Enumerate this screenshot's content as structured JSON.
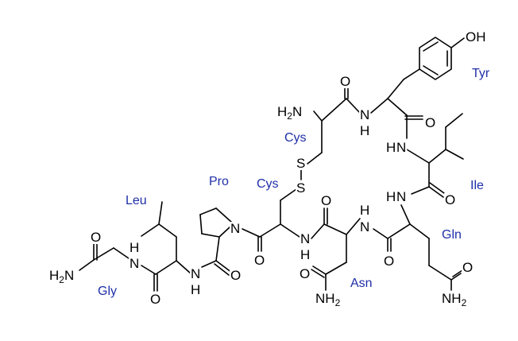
{
  "colors": {
    "bond": "#000000",
    "atom_label": "#000000",
    "residue_label": "#1f2fa8",
    "background": "#ffffff"
  },
  "atoms": {
    "oh": "OH",
    "h2n": "H2N",
    "o": "O",
    "n": "N",
    "h": "H",
    "s": "S",
    "nh2": "NH2"
  },
  "residues": {
    "tyr": "Tyr",
    "cys_top": "Cys",
    "cys_mid": "Cys",
    "ile": "Ile",
    "gln": "Gln",
    "asn": "Asn",
    "pro": "Pro",
    "leu": "Leu",
    "gly": "Gly"
  }
}
